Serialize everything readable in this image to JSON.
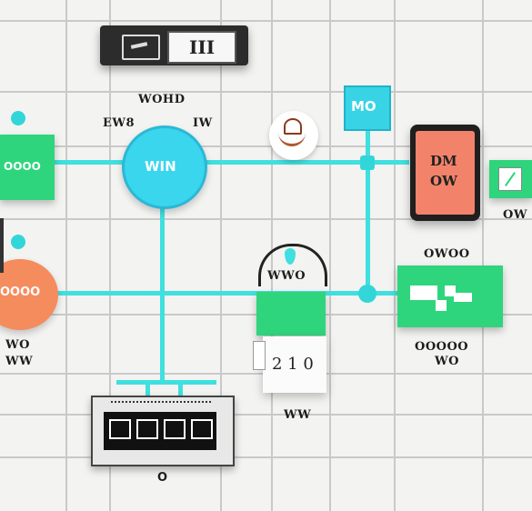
{
  "colors": {
    "background": "#f3f3f1",
    "grid": "#c9c9c9",
    "wire": "#3fe0df",
    "green": "#2fd57d",
    "cyan_circle": "#39d6ee",
    "orange": "#f58c5e",
    "coral": "#f2836a",
    "dark": "#2a2a2a"
  },
  "top_device": {
    "display_text": "III"
  },
  "labels": {
    "top_center": "WOHD",
    "label_left": "EW8",
    "label_right": "IW",
    "circle_text": "WIN",
    "cyan_box": "MO",
    "green_left_text": "OOOO",
    "phone_lines": [
      "DM",
      "OW"
    ],
    "right_small": "OW",
    "orange_text": "OOOO",
    "orange_below_1": "WO",
    "orange_below_2": "WW",
    "above_green_center": "WWO",
    "above_green_right": "OWOO",
    "below_right_1": "OOOOO",
    "below_right_2": "WO",
    "white_box_text": "2 1 0",
    "below_white": "WW",
    "bottom_device_caption": "O"
  },
  "icons": [
    "monitor-device-icon",
    "sketch-bowl-icon",
    "flask-drop-icon",
    "phone-device-icon",
    "slider-arrow-icon",
    "server-rack-icon"
  ]
}
